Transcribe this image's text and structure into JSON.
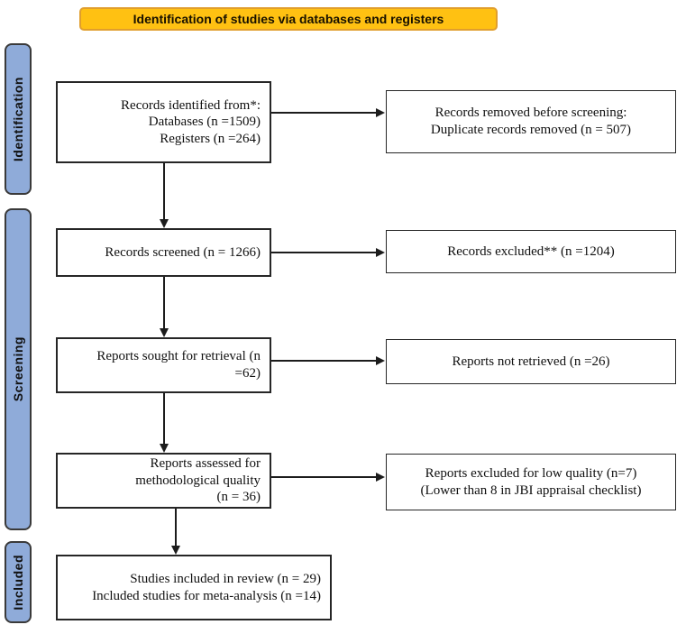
{
  "banner": {
    "label": "Identification of studies via databases and registers"
  },
  "sidebar": {
    "items": [
      {
        "label": "Identification"
      },
      {
        "label": "Screening"
      },
      {
        "label": "Included"
      }
    ]
  },
  "flow": {
    "left_boxes": [
      {
        "lines": [
          "Records identified from*:",
          "Databases (n =1509)",
          "Registers (n =264)"
        ]
      },
      {
        "lines": [
          "Records screened (n = 1266)"
        ]
      },
      {
        "lines": [
          "Reports sought for retrieval (n",
          "=62)"
        ]
      },
      {
        "lines": [
          "Reports assessed for",
          "methodological quality",
          "(n = 36)"
        ]
      },
      {
        "lines": [
          "Studies included in review (n = 29)",
          "Included studies for meta-analysis (n =14)"
        ]
      }
    ],
    "right_boxes": [
      {
        "lines": [
          "Records removed before screening:",
          "Duplicate records removed (n = 507)"
        ]
      },
      {
        "lines": [
          "Records excluded** (n =1204)"
        ]
      },
      {
        "lines": [
          "Reports not retrieved (n =26)"
        ]
      },
      {
        "lines": [
          "Reports excluded for low quality (n=7)",
          "(Lower than 8 in JBI appraisal checklist)"
        ]
      }
    ]
  },
  "colors": {
    "banner_fill": "#FFC112",
    "banner_border": "#E09E2D",
    "stage_fill": "#8FABD9",
    "box_border": "#262626",
    "arrow": "#1C1C1C"
  }
}
